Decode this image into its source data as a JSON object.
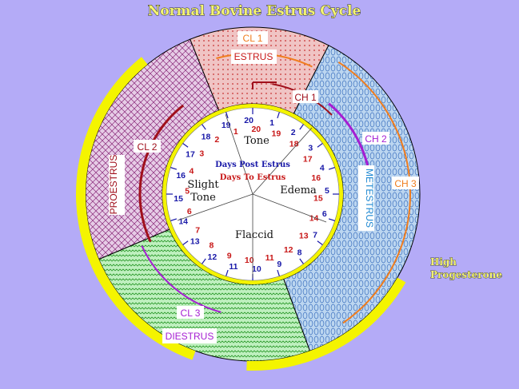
{
  "title": "Normal Bovine Estrus Cycle",
  "phases": {
    "estrus": "ESTRUS",
    "metestrus": "METESTRUS",
    "diestrus": "DIESTRUS",
    "proestrus": "PROESTRUS"
  },
  "arc_labels": {
    "cl1": "CL 1",
    "ch1": "CH 1",
    "ch2": "CH 2",
    "ch3": "CH 3",
    "cl2": "CL 2",
    "cl3": "CL 3"
  },
  "uterus_tone": {
    "tone": "Tone",
    "edema": "Edema",
    "flaccid": "Flaccid",
    "slight": "Slight",
    "slight_tone": "Tone"
  },
  "center": {
    "days_post_estrus": "Days Post Estrus",
    "days_to_estrus": "Days To Estrus"
  },
  "high_progesterone": {
    "line1": "High",
    "line2": "Progesterone"
  },
  "colors": {
    "background": "#b4abf7",
    "estrus": "#f0c4c4",
    "metestrus": "#bcd6f0",
    "diestrus": "#bff0bf",
    "proestrus": "#e6cce6",
    "ring": "#f4f400",
    "cl_arc": "#a0101c",
    "ch_orange": "#f07d1e",
    "purple": "#a51ed2"
  },
  "day_pairs": [
    {
      "post": "20",
      "to": "20"
    },
    {
      "post": "1",
      "to": "19"
    },
    {
      "post": "2",
      "to": "18"
    },
    {
      "post": "3",
      "to": "17"
    },
    {
      "post": "4",
      "to": "16"
    },
    {
      "post": "5",
      "to": "15"
    },
    {
      "post": "6",
      "to": "14"
    },
    {
      "post": "7",
      "to": "13"
    },
    {
      "post": "8",
      "to": "12"
    },
    {
      "post": "9",
      "to": "11"
    },
    {
      "post": "10",
      "to": "10"
    },
    {
      "post": "11",
      "to": "9"
    },
    {
      "post": "12",
      "to": "8"
    },
    {
      "post": "13",
      "to": "7"
    },
    {
      "post": "14",
      "to": "6"
    },
    {
      "post": "15",
      "to": "5"
    },
    {
      "post": "16",
      "to": "4"
    },
    {
      "post": "17",
      "to": "3"
    },
    {
      "post": "18",
      "to": "2"
    },
    {
      "post": "19",
      "to": "1"
    }
  ]
}
